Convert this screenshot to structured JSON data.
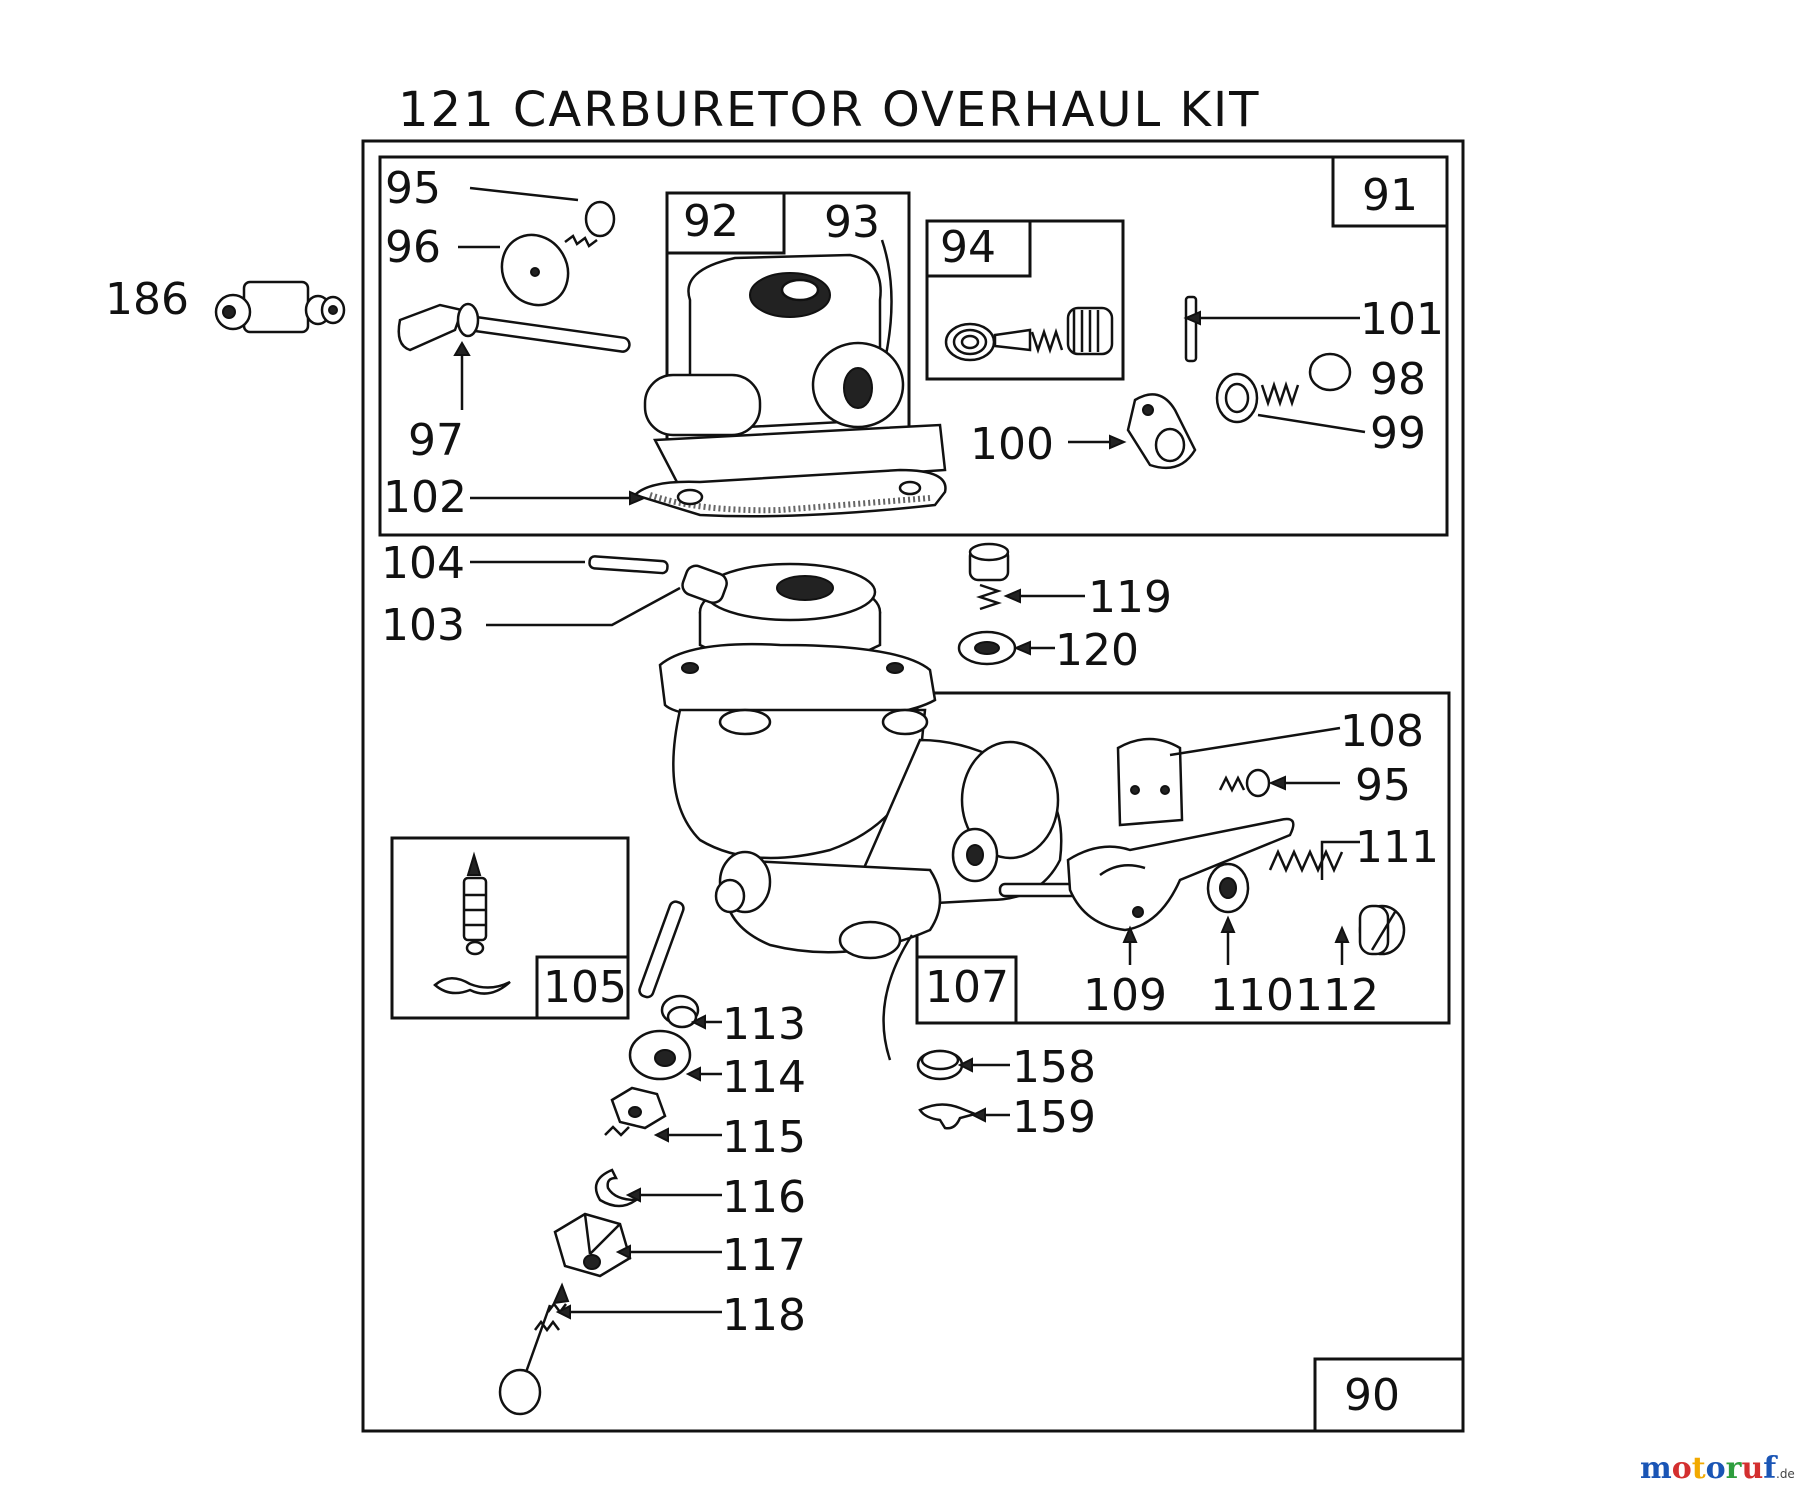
{
  "title": "121  CARBURETOR OVERHAUL KIT",
  "boxed_labels": {
    "b90": "90",
    "b91": "91",
    "b92": "92",
    "b94": "94",
    "b105": "105",
    "b107": "107"
  },
  "part_labels": {
    "p186": "186",
    "p95a": "95",
    "p96": "96",
    "p93": "93",
    "p97": "97",
    "p102": "102",
    "p101": "101",
    "p98": "98",
    "p99": "99",
    "p100": "100",
    "p104": "104",
    "p103": "103",
    "p119": "119",
    "p120": "120",
    "p108": "108",
    "p95b": "95",
    "p111": "111",
    "p109": "109",
    "p110": "110",
    "p112": "112",
    "p113": "113",
    "p114": "114",
    "p115": "115",
    "p116": "116",
    "p117": "117",
    "p118": "118",
    "p158": "158",
    "p159": "159"
  },
  "watermark": {
    "letters": [
      "m",
      "o",
      "t",
      "o",
      "r",
      "u",
      "f"
    ],
    "colors": [
      "#1a55b5",
      "#d32f2f",
      "#f2a900",
      "#1a55b5",
      "#2e9e3e",
      "#d32f2f",
      "#1a55b5"
    ],
    "suffix": ".de"
  }
}
